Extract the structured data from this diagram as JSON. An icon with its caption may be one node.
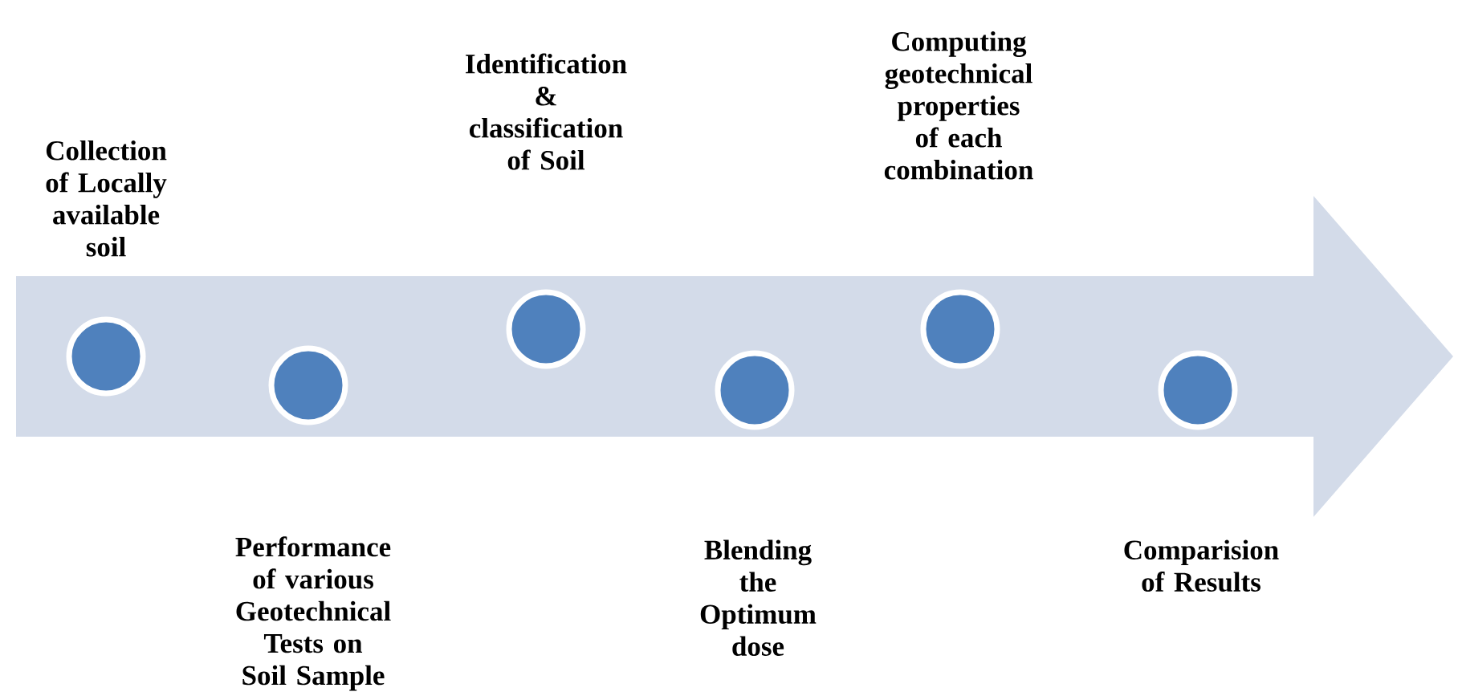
{
  "diagram": {
    "nodes": [
      {
        "text": [],
        "shape": "arrow"
      },
      {
        "text": [],
        "shape": "circle",
        "in": 0
      },
      {
        "text": [],
        "shape": "circle",
        "in": 0
      },
      {
        "text": [],
        "shape": "circle",
        "in": 0
      },
      {
        "text": [],
        "shape": "circle",
        "in": 0
      },
      {
        "text": [],
        "shape": "circle",
        "in": 0
      },
      {
        "text": [],
        "shape": "circle",
        "in": 0
      }
    ],
    "labels": [
      "Collection of Locally available soil",
      "Performance of  various Geotechnical Tests on Soil Sample",
      "Identification & classification of  Soil",
      "Blending the Optimum dose",
      "Computing geotechnical properties of each combination",
      "Comparision of Results"
    ]
  }
}
